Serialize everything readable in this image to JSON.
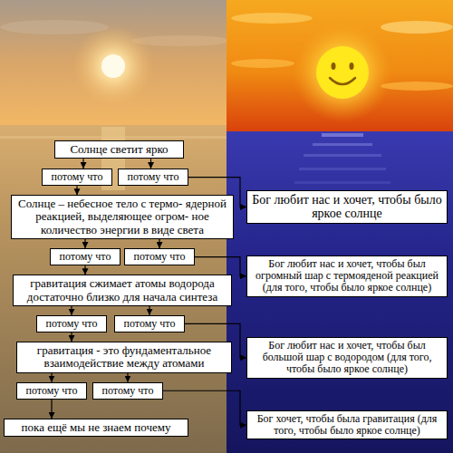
{
  "diagram": {
    "nodes": [
      {
        "text": [
          "Солнце светит ярко"
        ]
      },
      {
        "text": [
          "потому что"
        ]
      },
      {
        "text": [
          "потому что"
        ]
      },
      {
        "text": [
          "Солнце – небесное тело с термо- ядерной реакцией, выделяющее огром- ное количество энергии в виде света"
        ]
      },
      {
        "text": [
          "потому что"
        ]
      },
      {
        "text": [
          "потому что"
        ]
      },
      {
        "text": [
          "гравитация сжимает атомы водорода достаточно близко для начала синтеза"
        ]
      },
      {
        "text": [
          "потому что"
        ]
      },
      {
        "text": [
          "потому что"
        ]
      },
      {
        "text": [
          "гравитация - это фундаментальное взаимодействие между атомами"
        ]
      },
      {
        "text": [
          "потому что"
        ]
      },
      {
        "text": [
          "потому что"
        ]
      },
      {
        "text": [
          "пока ещё мы не знаем почему"
        ]
      },
      {
        "text": [
          "Бог любит нас и хочет, чтобы было яркое солнце"
        ]
      },
      {
        "text": [
          "Бог любит нас и хочет, чтобы был огромный шар с термояденой реакцией (для того, чтобы было яркое солнце)"
        ]
      },
      {
        "text": [
          "Бог любит нас и хочет, чтобы был большой шар с водородом (для того, чтобы было яркое солнце)"
        ]
      },
      {
        "text": [
          "Бог хочет, чтобы была гравитация (для того, чтобы было яркое солнце)"
        ]
      }
    ],
    "edges": [
      {
        "from": 0,
        "to": 1,
        "arrow": "to"
      },
      {
        "from": 0,
        "to": 2,
        "arrow": "to"
      },
      {
        "from": 1,
        "to": 3,
        "arrow": "to"
      },
      {
        "from": 2,
        "to": 13,
        "arrow": "to"
      },
      {
        "from": 3,
        "to": 4,
        "arrow": "to"
      },
      {
        "from": 3,
        "to": 5,
        "arrow": "to"
      },
      {
        "from": 4,
        "to": 6,
        "arrow": "to"
      },
      {
        "from": 5,
        "to": 14,
        "arrow": "to"
      },
      {
        "from": 6,
        "to": 7,
        "arrow": "to"
      },
      {
        "from": 6,
        "to": 8,
        "arrow": "to"
      },
      {
        "from": 7,
        "to": 9,
        "arrow": "to"
      },
      {
        "from": 8,
        "to": 15,
        "arrow": "to"
      },
      {
        "from": 9,
        "to": 10,
        "arrow": "to"
      },
      {
        "from": 9,
        "to": 11,
        "arrow": "to"
      },
      {
        "from": 10,
        "to": 12,
        "arrow": "to"
      },
      {
        "from": 11,
        "to": 16,
        "arrow": "to"
      }
    ]
  }
}
